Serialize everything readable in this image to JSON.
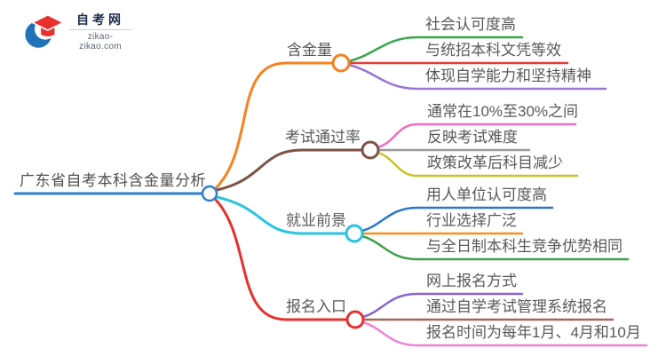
{
  "logo": {
    "site_name": "自考网",
    "domain": "zikao-zikao.com",
    "brand_blue": "#2272b8",
    "brand_red": "#e8312f"
  },
  "root": {
    "label": "广东省自考本科含金量分析",
    "color": "#2e7fd0"
  },
  "branches": [
    {
      "label": "含金量",
      "color": "#f5821e",
      "children": [
        {
          "text": "社会认可度高",
          "color": "#3ba648"
        },
        {
          "text": "与统招本科文凭等效",
          "color": "#e23c32"
        },
        {
          "text": "体现自学能力和坚持精神",
          "color": "#9b75d6"
        }
      ]
    },
    {
      "label": "考试通过率",
      "color": "#7d5348",
      "children": [
        {
          "text": "通常在10%至30%之间",
          "color": "#f06dc2"
        },
        {
          "text": "反映考试难度",
          "color": "#9a9a9a"
        },
        {
          "text": "政策改革后科目减少",
          "color": "#c6c32a"
        }
      ]
    },
    {
      "label": "就业前景",
      "color": "#28c4e0",
      "children": [
        {
          "text": "用人单位认可度高",
          "color": "#2979c9"
        },
        {
          "text": "行业选择广泛",
          "color": "#f78f1e"
        },
        {
          "text": "与全日制本科生竞争优势相同",
          "color": "#3fa24a"
        }
      ]
    },
    {
      "label": "报名入口",
      "color": "#e8302e",
      "children": [
        {
          "text": "网上报名方式",
          "color": "#8a64d2"
        },
        {
          "text": "通过自学考试管理系统报名",
          "color": "#a1685a"
        },
        {
          "text": "报名时间为每年1月、4月和10月",
          "color": "#f083d4"
        }
      ]
    }
  ]
}
